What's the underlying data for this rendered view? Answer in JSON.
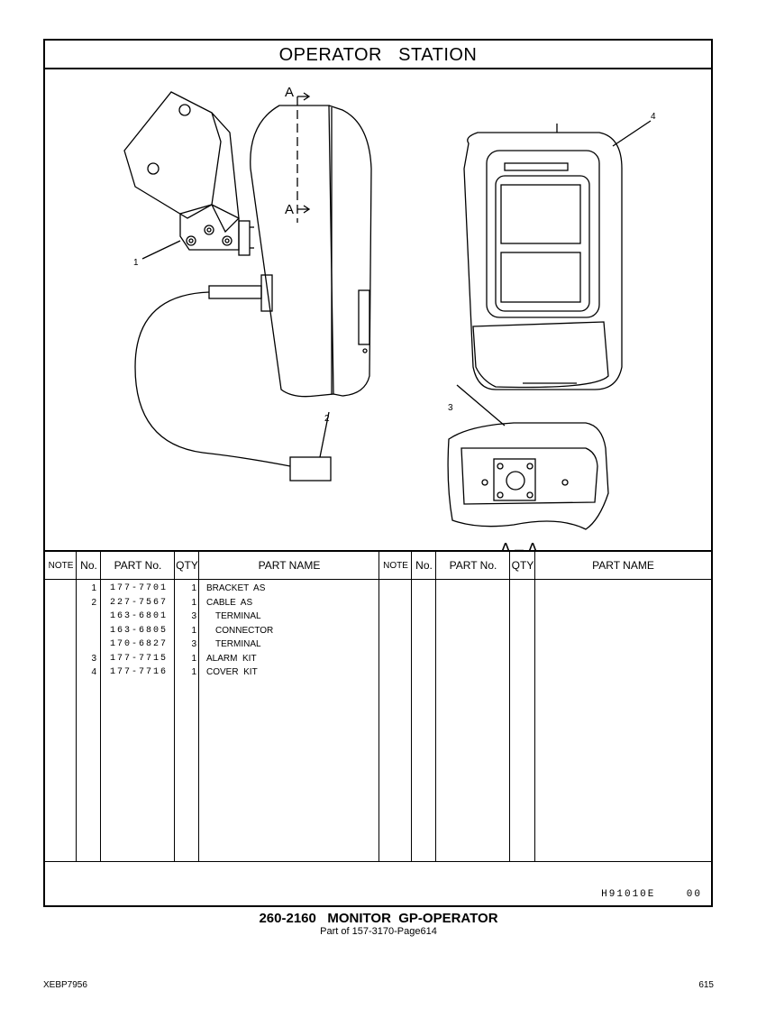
{
  "title": "OPERATOR   STATION",
  "drawing": {
    "callouts": [
      "1",
      "2",
      "3",
      "4"
    ],
    "section_marker": "A",
    "section_label": "A – A"
  },
  "table": {
    "headers": {
      "note": "NOTE",
      "no": "No.",
      "part_no": "PART No.",
      "qty": "QTY",
      "part_name": "PART NAME"
    },
    "rows": [
      {
        "no": "1",
        "part_no": "177-7701",
        "qty": "1",
        "name": "BRACKET  AS",
        "indent": false
      },
      {
        "no": "2",
        "part_no": "227-7567",
        "qty": "1",
        "name": "CABLE  AS",
        "indent": false
      },
      {
        "no": "",
        "part_no": "163-6801",
        "qty": "3",
        "name": "TERMINAL",
        "indent": true
      },
      {
        "no": "",
        "part_no": "163-6805",
        "qty": "1",
        "name": "CONNECTOR",
        "indent": true
      },
      {
        "no": "",
        "part_no": "170-6827",
        "qty": "3",
        "name": "TERMINAL",
        "indent": true
      },
      {
        "no": "3",
        "part_no": "177-7715",
        "qty": "1",
        "name": "ALARM  KIT",
        "indent": false
      },
      {
        "no": "4",
        "part_no": "177-7716",
        "qty": "1",
        "name": "COVER  KIT",
        "indent": false
      }
    ]
  },
  "footer_code": "H91010E    00",
  "caption": {
    "line1": "260-2160   MONITOR  GP-OPERATOR",
    "line2": "Part of 157-3170-Page614"
  },
  "doc_id": "XEBP7956",
  "page_number": "615"
}
